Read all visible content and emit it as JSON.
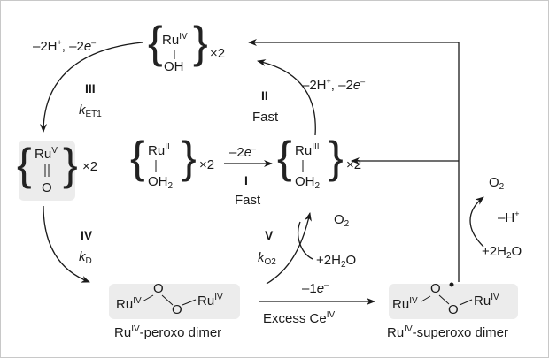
{
  "colors": {
    "line": "#1a1a1a",
    "shade": "#ececec",
    "border": "#c8c8c8"
  },
  "species": {
    "ru4_oh": {
      "metal": "Ru",
      "ox": "IV",
      "ligand": "OH",
      "mult": "×2"
    },
    "ru5_o": {
      "metal": "Ru",
      "ox": "V",
      "ligand": "O",
      "mult": "×2"
    },
    "ru2_oh2": {
      "metal": "Ru",
      "ox": "II",
      "ligand": "OH",
      "lig_sub": "2",
      "mult": "×2"
    },
    "ru3_oh2": {
      "metal": "Ru",
      "ox": "III",
      "ligand": "OH",
      "lig_sub": "2",
      "mult": "×2"
    },
    "peroxo": {
      "metal": "Ru",
      "ox": "IV",
      "o1": "O",
      "o2": "O",
      "caption_ox": "IV",
      "caption": "-peroxo dimer"
    },
    "superoxo": {
      "metal": "Ru",
      "ox": "IV",
      "o1": "O",
      "o2": "O",
      "caption_ox": "IV",
      "caption": "-superoxo dimer"
    }
  },
  "labels": {
    "minus_2h_left": "–2H",
    "plus_sign": "+",
    "comma_sep": ", –2",
    "e_letter": "e",
    "minus_sign": "–",
    "step_iii": "III",
    "k_letter": "k",
    "k_et1_sub": "ET1",
    "step_ii": "II",
    "fast_ii": "Fast",
    "minus_2e_prefix": "–2",
    "step_i": "I",
    "fast_i": "Fast",
    "step_iv": "IV",
    "k_d_sub": "D",
    "step_v": "V",
    "k_o2_sub": "O2",
    "o2_middle": "O",
    "o2_sub": "2",
    "plus_2h2o_middle": "+2H",
    "h2o_sub": "2",
    "h2o_o": "O",
    "minus_1e_prefix": "–1",
    "excess_ce": "Excess Ce",
    "excess_ce_ox": "IV",
    "o2_right": "O",
    "minus_h": "–H",
    "plus_2h2o_right": "+2H"
  }
}
